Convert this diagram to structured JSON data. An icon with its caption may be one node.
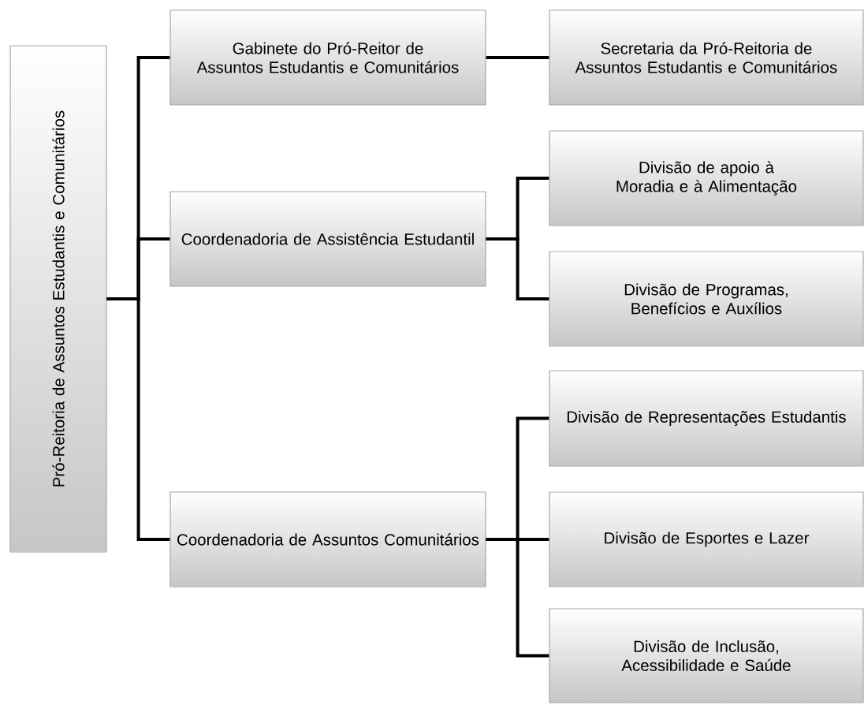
{
  "diagram": {
    "nodes": [
      {
        "text": [
          "Pró-Reitoria de Assuntos Estudantis e Comunitários"
        ]
      },
      {
        "text": [
          "Gabinete do Pró-Reitor de Assuntos Estudantis e Comunitários"
        ]
      },
      {
        "text": [
          "Secretaria da Pró-Reitoria de Assuntos Estudantis e Comunitários"
        ]
      },
      {
        "text": [
          "Coordenadoria de Assistência Estudantil"
        ]
      },
      {
        "text": [
          "Divisão de apoio à Moradia e à Alimentação"
        ]
      },
      {
        "text": [
          "Divisão de Programas, Benefícios e Auxílios"
        ]
      },
      {
        "text": [
          "Coordenadoria de Assuntos Comunitários"
        ]
      },
      {
        "text": [
          "Divisão de Representações Estudantis"
        ]
      },
      {
        "text": [
          "Divisão de Esportes e Lazer"
        ]
      },
      {
        "text": [
          "Divisão de Inclusão, Acessibilidade e Saúde"
        ]
      }
    ],
    "edges": [
      {
        "from": 0,
        "to": 1,
        "arrow": "none"
      },
      {
        "from": 0,
        "to": 3,
        "arrow": "none"
      },
      {
        "from": 0,
        "to": 6,
        "arrow": "none"
      },
      {
        "from": 1,
        "to": 2,
        "arrow": "none"
      },
      {
        "from": 3,
        "to": 4,
        "arrow": "none"
      },
      {
        "from": 3,
        "to": 5,
        "arrow": "none"
      },
      {
        "from": 6,
        "to": 7,
        "arrow": "none"
      },
      {
        "from": 6,
        "to": 8,
        "arrow": "none"
      },
      {
        "from": 6,
        "to": 9,
        "arrow": "none"
      }
    ]
  }
}
